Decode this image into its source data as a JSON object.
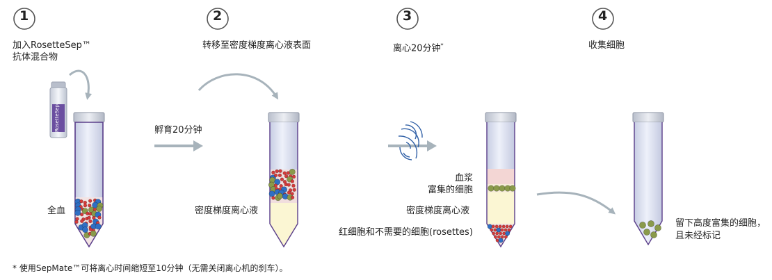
{
  "steps": [
    {
      "number": "1",
      "caption_line1": "加入RosetteSep™",
      "caption_line2": "抗体混合物"
    },
    {
      "number": "2",
      "caption_line1": "转移至密度梯度离心液表面"
    },
    {
      "number": "3",
      "caption_line1": "离心20分钟",
      "caption_mark": "*"
    },
    {
      "number": "4",
      "caption_line1": "收集细胞"
    }
  ],
  "vial_label": "RosetteSep",
  "labels": {
    "whole_blood": "全血",
    "incubate": "孵育20分钟",
    "density_medium_2": "密度梯度离心液",
    "plasma": "血浆",
    "enriched_cells": "富集的细胞",
    "density_medium_3": "密度梯度离心液",
    "rbc_unwanted": "红细胞和不需要的细胞(rosettes)",
    "result_line1": "留下高度富集的细胞，",
    "result_line2": "且未经标记"
  },
  "footnote": "* 使用SepMate™可将离心时间缩短至10分钟（无需关闭离心机的刹车）。",
  "colors": {
    "accent": "#5a3e8a",
    "arrow": "#a7b3bb",
    "tube_fill": "#dde3f2",
    "medium": "#fbf6d3",
    "plasma": "#f3d6d4",
    "red_cell": "#d63a3a",
    "blue_cell": "#2f6fc4",
    "green_cell": "#8a9a4a"
  }
}
